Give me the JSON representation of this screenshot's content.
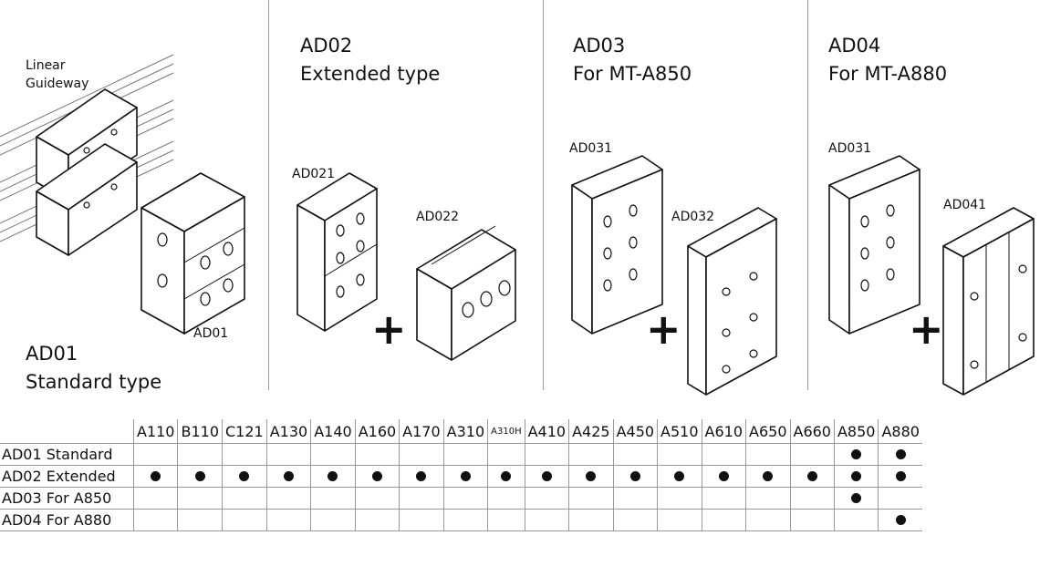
{
  "panels": [
    {
      "id": "AD01",
      "title": "AD01",
      "subtitle": "Standard type",
      "labels": [
        "Linear",
        "Guideway",
        "AD01"
      ]
    },
    {
      "id": "AD02",
      "title": "AD02",
      "subtitle": "Extended type",
      "labels": [
        "AD021",
        "AD022"
      ]
    },
    {
      "id": "AD03",
      "title": "AD03",
      "subtitle": "For MT-A850",
      "labels": [
        "AD031",
        "AD032"
      ]
    },
    {
      "id": "AD04",
      "title": "AD04",
      "subtitle": "For MT-A880",
      "labels": [
        "AD031",
        "AD041"
      ]
    }
  ],
  "plus_symbol": "+",
  "table": {
    "columns": [
      "A110",
      "B110",
      "C121",
      "A130",
      "A140",
      "A160",
      "A170",
      "A310",
      "A310H",
      "A410",
      "A425",
      "A450",
      "A510",
      "A610",
      "A650",
      "A660",
      "A850",
      "A880"
    ],
    "rows": [
      {
        "label": "AD01 Standard",
        "marks": [
          "A850",
          "A880"
        ]
      },
      {
        "label": "AD02 Extended",
        "marks": [
          "A110",
          "B110",
          "C121",
          "A130",
          "A140",
          "A160",
          "A170",
          "A310",
          "A310H",
          "A410",
          "A425",
          "A450",
          "A510",
          "A610",
          "A650",
          "A660",
          "A850",
          "A880"
        ]
      },
      {
        "label": "AD03 For A850",
        "marks": [
          "A850"
        ]
      },
      {
        "label": "AD04 For A880",
        "marks": [
          "A880"
        ]
      }
    ]
  }
}
